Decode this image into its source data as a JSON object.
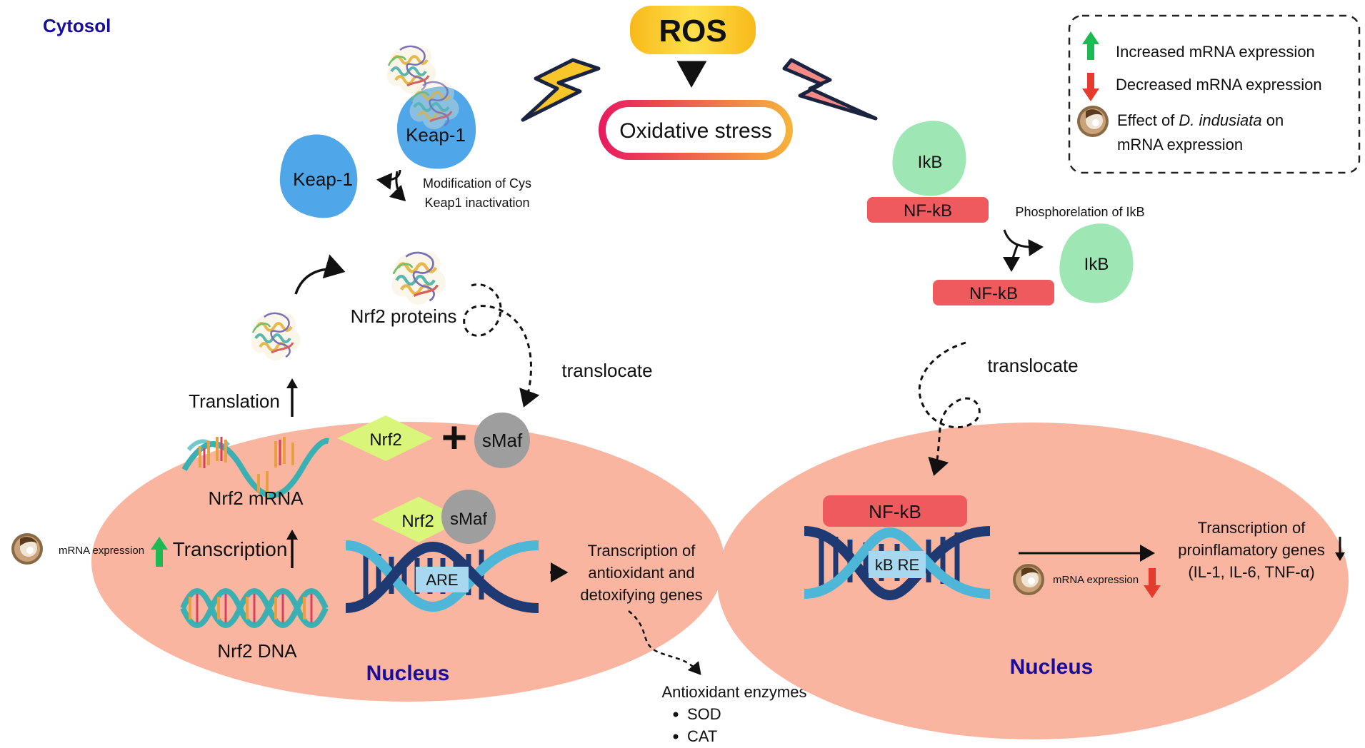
{
  "cytosol_label": "Cytosol",
  "ros": "ROS",
  "oxidative_stress": "Oxidative stress",
  "legend": {
    "increased": "Increased mRNA expression",
    "decreased": "Decreased mRNA expression",
    "effect_prefix": "Effect of ",
    "effect_species": "D. indusiata",
    "effect_suffix": " on",
    "effect_line2": "mRNA expression"
  },
  "left": {
    "keap1_bound": "Keap-1",
    "keap1_free": "Keap-1",
    "modification_line1": "Modification of Cys",
    "modification_line2": "Keap1 inactivation",
    "nrf2_proteins": "Nrf2 proteins",
    "translocate": "translocate",
    "translation": "Translation",
    "nrf2": "Nrf2",
    "plus": "+",
    "smaf": "sMaf",
    "nrf2_mrna": "Nrf2 mRNA",
    "mrna_expression": "mRNA expression",
    "transcription": "Transcription",
    "nrf2_complex": "Nrf2",
    "smaf_complex": "sMaf",
    "are": "ARE",
    "nrf2_dna": "Nrf2 DNA",
    "transcription_genes": [
      "Transcription of",
      "antioxidant and",
      "detoxifying genes"
    ],
    "nucleus": "Nucleus",
    "antioxidant_enzymes": "Antioxidant enzymes",
    "enzymes": [
      "SOD",
      "CAT"
    ]
  },
  "right": {
    "ikb_bound": "IkB",
    "nfkb_bound": "NF-kB",
    "phosphorelation": "Phosphorelation of IkB",
    "ikb_free": "IkB",
    "nfkb_free": "NF-kB",
    "translocate": "translocate",
    "nfkb_nucleus": "NF-kB",
    "kb_re": "kB RE",
    "transcription_genes": [
      "Transcription of",
      "proinflamatory genes",
      "(IL-1, IL-6, TNF-α)"
    ],
    "mrna_expression": "mRNA expression",
    "nucleus": "Nucleus"
  },
  "colors": {
    "nucleus_fill": "#f9b5a0",
    "title_blue": "#1a0d99",
    "keap_blue": "#4fa6e8",
    "nrf2_green": "#d9f57a",
    "smaf_gray": "#9e9e9e",
    "nfkb_red": "#ef5a5f",
    "ikb_green": "#9ee6b4",
    "dna_navy": "#1f3a73",
    "dna_teal": "#4eb6d6",
    "up_green": "#1db954",
    "down_red": "#e53b2c",
    "ros_yellow": "#f8c52a",
    "bolt_yellow": "#f8c52a",
    "bolt_pink": "#f48a86"
  },
  "icons": [
    "protein-structure-icon",
    "mushroom-icon",
    "lightning-bolt-icon",
    "dna-helix-icon",
    "up-arrow-icon",
    "down-arrow-icon"
  ]
}
